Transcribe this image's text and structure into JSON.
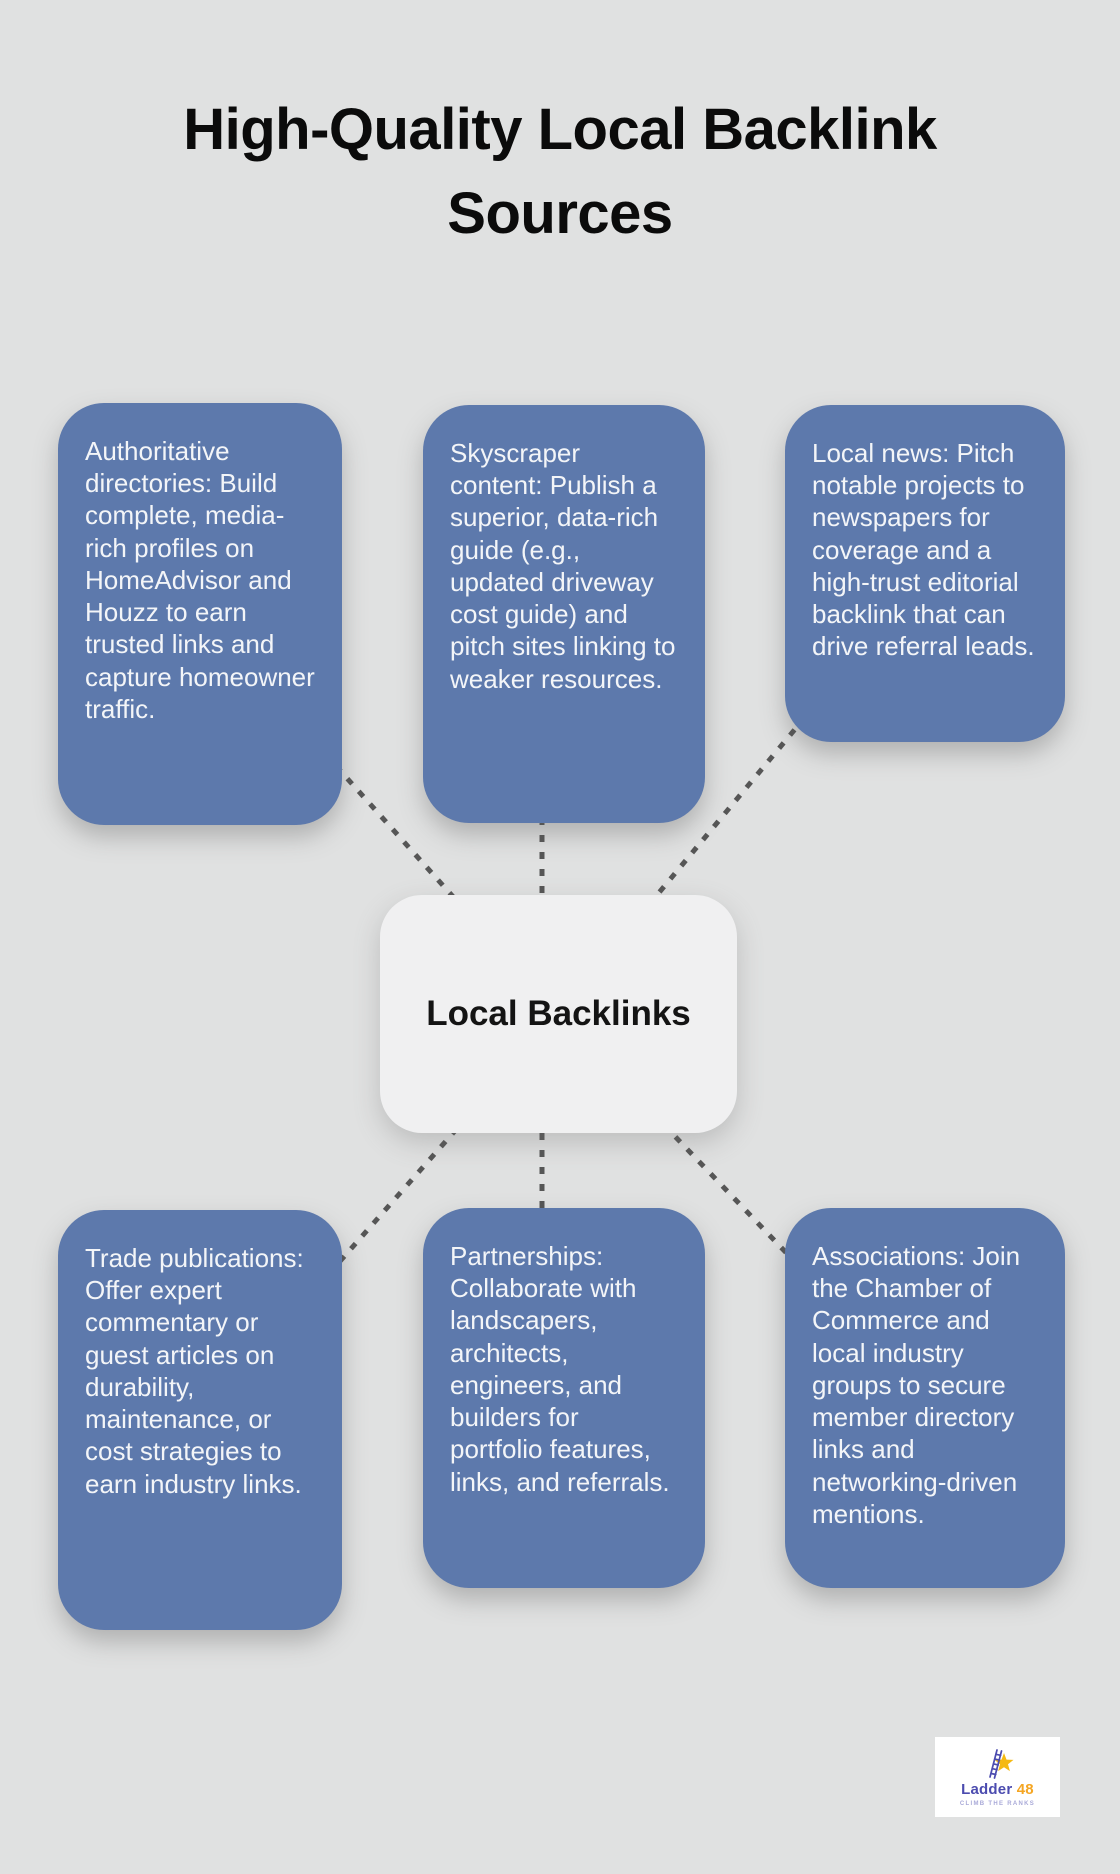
{
  "title": {
    "line1": "High-Quality Local Backlink",
    "line2": "Sources"
  },
  "center": {
    "label": "Local Backlinks"
  },
  "nodes": [
    {
      "id": "authoritative-directories",
      "text": "Authoritative directories: Build complete, media-rich profiles on HomeAdvisor and Houzz to earn trusted links and capture homeowner traffic."
    },
    {
      "id": "skyscraper-content",
      "text": "Skyscraper content: Publish a superior, data-rich guide (e.g., updated driveway cost guide) and pitch sites linking to weaker resources."
    },
    {
      "id": "local-news",
      "text": "Local news: Pitch notable projects to newspapers for coverage and a high-trust editorial backlink that can drive referral leads."
    },
    {
      "id": "trade-publications",
      "text": "Trade publications: Offer expert commentary or guest articles on durability, maintenance, or cost strategies to earn industry links."
    },
    {
      "id": "partnerships",
      "text": "Partnerships: Collaborate with landscapers, architects, engineers, and builders for portfolio features, links, and referrals."
    },
    {
      "id": "associations",
      "text": "Associations: Join the Chamber of Commerce and local industry groups to secure member directory links and networking-driven mentions."
    }
  ],
  "logo": {
    "name_primary": "Ladder",
    "name_accent": "48",
    "tagline": "CLIMB THE RANKS",
    "icon": "ladder-star-icon"
  },
  "colors": {
    "background": "#e0e1e1",
    "node_fill": "#5d79ac",
    "node_text": "#f3f5f8",
    "center_fill": "#f0f0f1",
    "center_text": "#141414",
    "connector": "#565656",
    "title_text": "#0b0b0b",
    "logo_primary": "#4c4caf",
    "logo_accent": "#f5a623",
    "logo_tagline": "#a9a9d8",
    "logo_star": "#f5b912"
  }
}
